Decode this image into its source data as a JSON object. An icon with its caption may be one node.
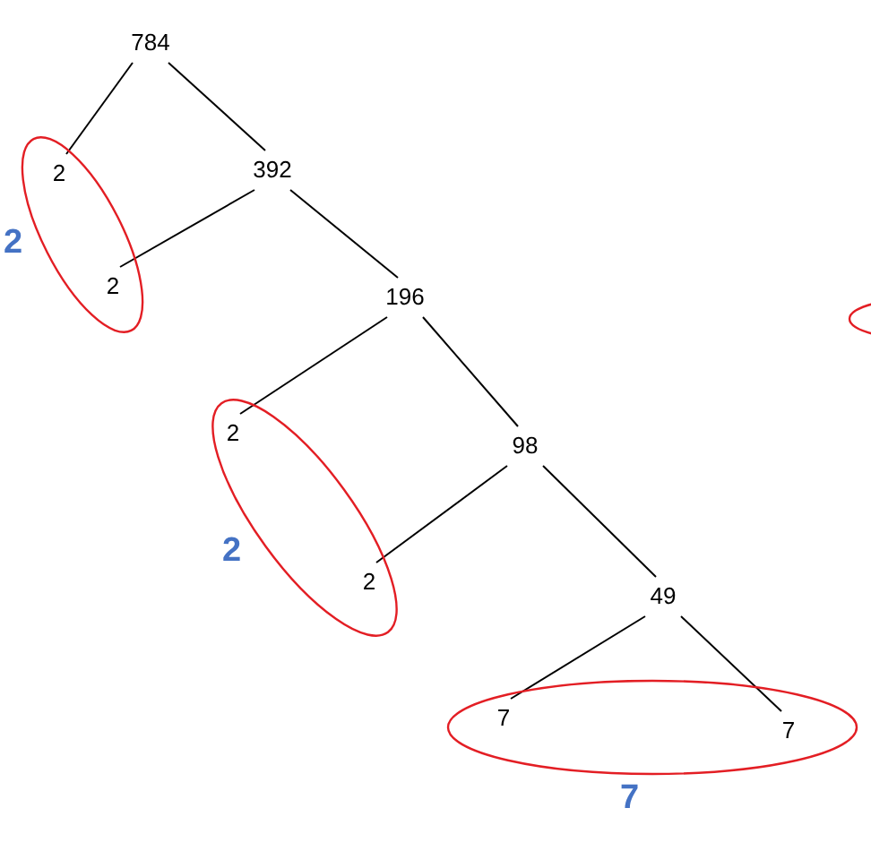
{
  "diagram": {
    "nodes": [
      {
        "text": [
          "784"
        ]
      },
      {
        "text": [],
        "shape": "ellipse",
        "beside": [
          "2"
        ]
      },
      {
        "text": [
          "2"
        ],
        "in": 1
      },
      {
        "text": [
          "392"
        ]
      },
      {
        "text": [
          "2"
        ],
        "in": 1
      },
      {
        "text": [
          "196"
        ]
      },
      {
        "text": [],
        "shape": "ellipse",
        "beside": [
          "2"
        ]
      },
      {
        "text": [
          "2"
        ],
        "in": 6
      },
      {
        "text": [
          "98"
        ]
      },
      {
        "text": [
          "2"
        ],
        "in": 6
      },
      {
        "text": [
          "49"
        ]
      },
      {
        "text": [],
        "shape": "ellipse",
        "beside": [
          "7"
        ]
      },
      {
        "text": [
          "7"
        ],
        "in": 11
      },
      {
        "text": [
          "7"
        ],
        "in": 11
      }
    ],
    "edges": [
      {
        "from": 0,
        "to": 2,
        "arrow": "none"
      },
      {
        "from": 0,
        "to": 3,
        "arrow": "none"
      },
      {
        "from": 3,
        "to": 4,
        "arrow": "none"
      },
      {
        "from": 3,
        "to": 5,
        "arrow": "none"
      },
      {
        "from": 5,
        "to": 7,
        "arrow": "none"
      },
      {
        "from": 5,
        "to": 8,
        "arrow": "none"
      },
      {
        "from": 8,
        "to": 9,
        "arrow": "none"
      },
      {
        "from": 8,
        "to": 10,
        "arrow": "none"
      },
      {
        "from": 10,
        "to": 12,
        "arrow": "none"
      },
      {
        "from": 10,
        "to": 13,
        "arrow": "none"
      }
    ]
  }
}
